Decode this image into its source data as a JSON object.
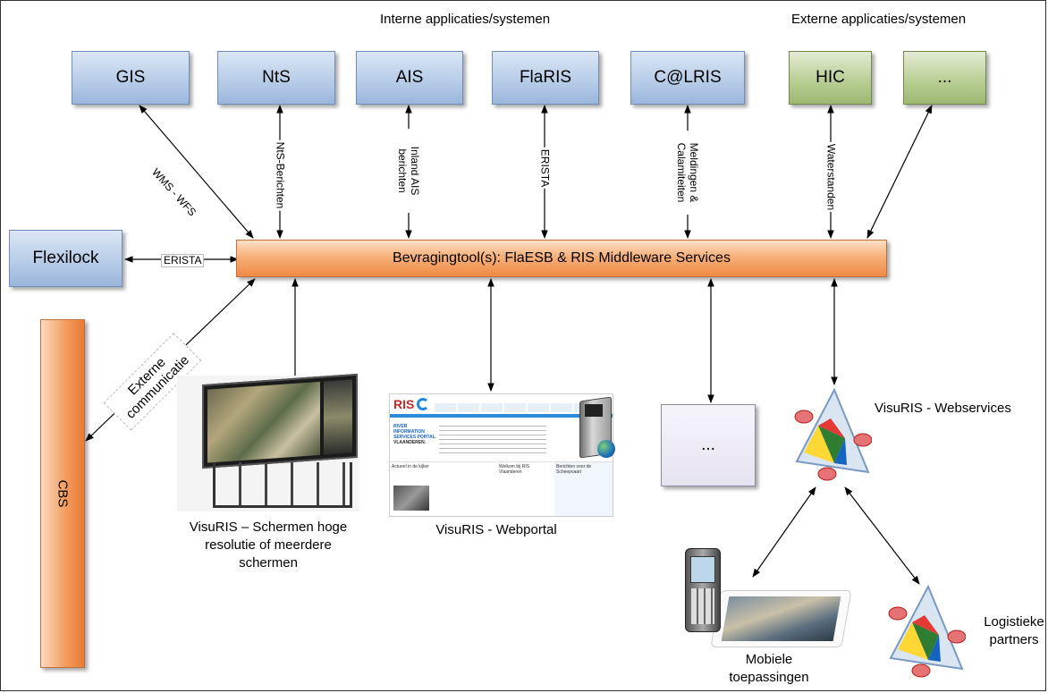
{
  "headers": {
    "internal": "Interne applicaties/systemen",
    "external": "Externe applicaties/systemen"
  },
  "systems": {
    "gis": "GIS",
    "nts": "NtS",
    "ais": "AIS",
    "flaris": "FlaRIS",
    "calris": "C@LRIS",
    "hic": "HIC",
    "ext_more": "...",
    "flexilock": "Flexilock",
    "cbs": "CBS",
    "middleware": "Bevragingtool(s): FlaESB & RIS Middleware Services",
    "other_consumer": "..."
  },
  "links": {
    "wms_wfs": "WMS - WFS",
    "nts_berichten": "NtS-Berichten",
    "inland_ais_1": "Inland AIS",
    "inland_ais_2": "berichten",
    "erista_flaris": "ERISTA",
    "meldingen_1": "Meldingen &",
    "meldingen_2": "Calamiteiten",
    "waterstanden": "Waterstanden",
    "erista_flexilock": "ERISTA",
    "externe_1": "Externe",
    "externe_2": "communicatie"
  },
  "captions": {
    "screens_1": "VisuRIS – Schermen hoge",
    "screens_2": "resolutie of meerdere",
    "screens_3": "schermen",
    "webportal": "VisuRIS - Webportal",
    "webservices": "VisuRIS - Webservices",
    "mobile_1": "Mobiele",
    "mobile_2": "toepassingen",
    "logistics_1": "Logistieke",
    "logistics_2": "partners"
  },
  "portal": {
    "logo": "RIS",
    "heading_1": "RIVER",
    "heading_2": "INFORMATION",
    "heading_3": "SERVICES PORTAL",
    "heading_4": "VLAANDEREN.",
    "col_1": "Actueel in de kijker",
    "col_2": "Welkom bij RIS Vlaanderen",
    "col_3": "Berichten voor de Scheepvaart"
  },
  "colors": {
    "blue_box": "#b8cde8",
    "green_box": "#b9cf95",
    "orange_box": "#f39a5a",
    "arrow": "#000000"
  }
}
